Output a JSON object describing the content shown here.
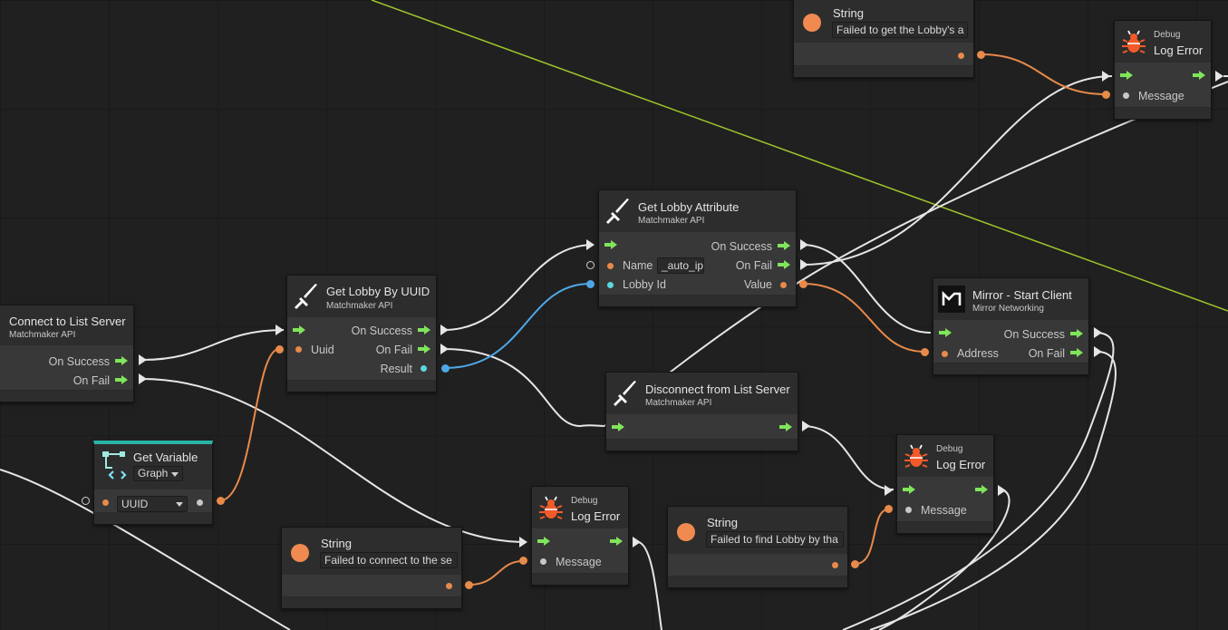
{
  "colors": {
    "flow": "#7fe55a",
    "string": "#e88a4a",
    "id": "#4ea7e6",
    "wire": "#e6e6e6",
    "rel": "#9ec52a"
  },
  "nodes": {
    "connect_list": {
      "title": "Connect to List Server",
      "subtitle": "Matchmaker API",
      "out1": "On Success",
      "out2": "On Fail"
    },
    "get_lobby_uuid": {
      "title": "Get Lobby By UUID",
      "subtitle": "Matchmaker API",
      "in_uuid": "Uuid",
      "out1": "On Success",
      "out2": "On Fail",
      "out3": "Result",
      "icon": "sword-icon"
    },
    "get_lobby_attr": {
      "title": "Get Lobby Attribute",
      "subtitle": "Matchmaker API",
      "in_name": "Name",
      "name_value": "_auto_ip",
      "in_lobby": "Lobby Id",
      "out1": "On Success",
      "out2": "On Fail",
      "out3": "Value",
      "icon": "sword-icon"
    },
    "mirror_start": {
      "title": "Mirror - Start Client",
      "subtitle": "Mirror Networking",
      "in_addr": "Address",
      "out1": "On Success",
      "out2": "On Fail",
      "icon": "mirror-logo-icon"
    },
    "disconnect": {
      "title": "Disconnect from List Server",
      "subtitle": "Matchmaker API",
      "icon": "sword-icon"
    },
    "get_variable": {
      "title": "Get Variable",
      "scope": "Graph",
      "var_name": "UUID",
      "icon": "variable-icon"
    },
    "string_top": {
      "title": "String",
      "value": "Failed to get the Lobby's a"
    },
    "string_mid": {
      "title": "String",
      "value": "Failed to connect to the se"
    },
    "string_right": {
      "title": "String",
      "value": "Failed to find Lobby by tha"
    },
    "log_top": {
      "category": "Debug",
      "title": "Log Error",
      "in_msg": "Message",
      "icon": "bug-icon"
    },
    "log_mid": {
      "category": "Debug",
      "title": "Log Error",
      "in_msg": "Message",
      "icon": "bug-icon"
    },
    "log_right": {
      "category": "Debug",
      "title": "Log Error",
      "in_msg": "Message",
      "icon": "bug-icon"
    }
  }
}
